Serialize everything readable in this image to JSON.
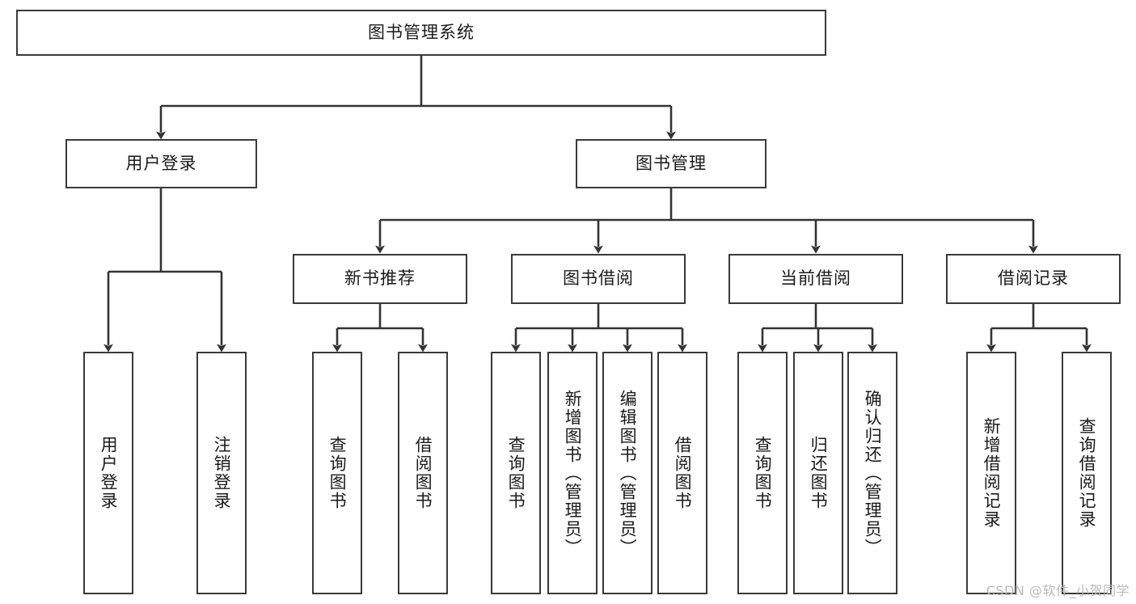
{
  "diagram": {
    "title": "图书管理系统",
    "watermark": "CSDN @软件_小贺同学",
    "colors": {
      "background": "#ffffff",
      "box_border": "#3a3a3a",
      "box_fill": "#ffffff",
      "connector": "#333333",
      "text": "#1a1a1a",
      "watermark": "#b9b9b9"
    },
    "levels": {
      "root": "图书管理系统",
      "level2": [
        "用户登录",
        "图书管理"
      ],
      "level3": [
        "新书推荐",
        "图书借阅",
        "当前借阅",
        "借阅记录"
      ]
    },
    "nodes": {
      "root": {
        "label": "图书管理系统"
      },
      "user_login": {
        "label": "用户登录"
      },
      "book_manage": {
        "label": "图书管理"
      },
      "new_book_rec": {
        "label": "新书推荐"
      },
      "book_borrow": {
        "label": "图书借阅"
      },
      "current_borrow": {
        "label": "当前借阅"
      },
      "borrow_record": {
        "label": "借阅记录"
      },
      "leaf_user_login": {
        "label": "用户登录"
      },
      "leaf_logout": {
        "label": "注销登录"
      },
      "leaf_query_book_1": {
        "label": "查询图书"
      },
      "leaf_borrow_book_1": {
        "label": "借阅图书"
      },
      "leaf_query_book_2": {
        "label": "查询图书"
      },
      "leaf_add_book": {
        "label": "新增图书（管理员）"
      },
      "leaf_edit_book": {
        "label": "编辑图书（管理员）"
      },
      "leaf_borrow_book_2": {
        "label": "借阅图书"
      },
      "leaf_query_book_3": {
        "label": "查询图书"
      },
      "leaf_return_book": {
        "label": "归还图书"
      },
      "leaf_confirm_return": {
        "label": "确认归还（管理员）"
      },
      "leaf_add_record": {
        "label": "新增借阅记录"
      },
      "leaf_query_record": {
        "label": "查询借阅记录"
      }
    },
    "tree": [
      {
        "label": "图书管理系统",
        "children": [
          {
            "label": "用户登录",
            "children": [
              {
                "label": "用户登录"
              },
              {
                "label": "注销登录"
              }
            ]
          },
          {
            "label": "图书管理",
            "children": [
              {
                "label": "新书推荐",
                "children": [
                  {
                    "label": "查询图书"
                  },
                  {
                    "label": "借阅图书"
                  }
                ]
              },
              {
                "label": "图书借阅",
                "children": [
                  {
                    "label": "查询图书"
                  },
                  {
                    "label": "新增图书（管理员）"
                  },
                  {
                    "label": "编辑图书（管理员）"
                  },
                  {
                    "label": "借阅图书"
                  }
                ]
              },
              {
                "label": "当前借阅",
                "children": [
                  {
                    "label": "查询图书"
                  },
                  {
                    "label": "归还图书"
                  },
                  {
                    "label": "确认归还（管理员）"
                  }
                ]
              },
              {
                "label": "借阅记录",
                "children": [
                  {
                    "label": "新增借阅记录"
                  },
                  {
                    "label": "查询借阅记录"
                  }
                ]
              }
            ]
          }
        ]
      }
    ]
  }
}
